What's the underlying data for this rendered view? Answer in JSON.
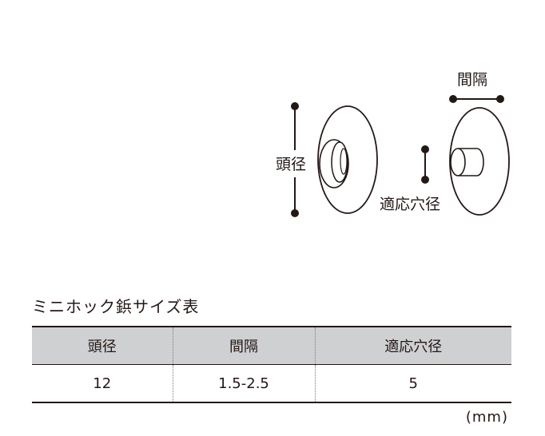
{
  "diagram": {
    "label_head_diameter": "頭径",
    "label_gap": "間隔",
    "label_hole_diameter": "適応穴径"
  },
  "table": {
    "title": "ミニホック鋲サイズ表",
    "headers": [
      "頭径",
      "間隔",
      "適応穴径"
    ],
    "rows": [
      [
        "12",
        "1.5-2.5",
        "5"
      ]
    ],
    "unit": "(mm)"
  }
}
